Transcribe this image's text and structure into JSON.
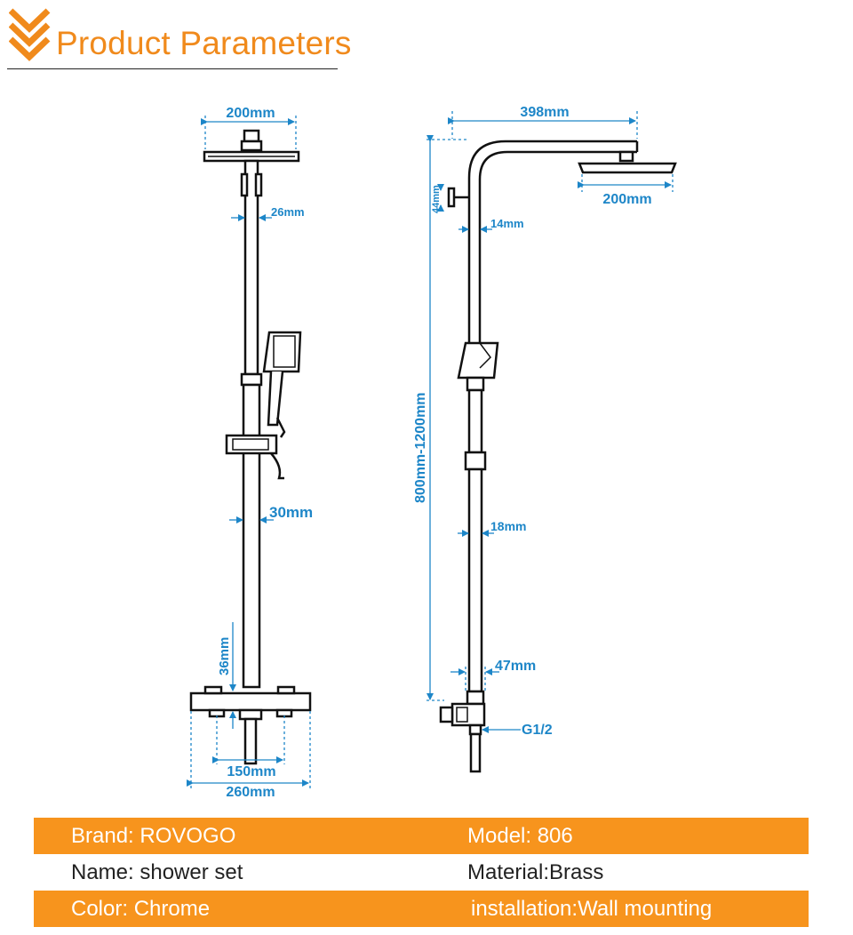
{
  "header": {
    "title": "Product Parameters",
    "accent_color": "#f08a1c",
    "icon": "double-chevron-down-icon"
  },
  "diagram": {
    "front": {
      "head_width": "200mm",
      "upper_pipe": "26mm",
      "lower_pipe": "30mm",
      "valve_height": "36mm",
      "inlet_spacing": "150mm",
      "valve_width": "260mm"
    },
    "side": {
      "arm_reach": "398mm",
      "head_width": "200mm",
      "knob": "44mm",
      "upper_pipe": "14mm",
      "height_range": "800mm-1200mm",
      "lower_pipe": "18mm",
      "valve_depth": "47mm",
      "thread": "G1/2"
    },
    "dimension_color": "#1d86c8"
  },
  "specs": {
    "rows": [
      {
        "left": "Brand:  ROVOGO",
        "right": "Model:   806",
        "style": "orange"
      },
      {
        "left": "Name:  shower set",
        "right": "Material:Brass",
        "style": "plain"
      },
      {
        "left": "Color: Chrome",
        "right": "installation:Wall mounting",
        "style": "orange"
      }
    ],
    "band_color": "#f7941d"
  }
}
